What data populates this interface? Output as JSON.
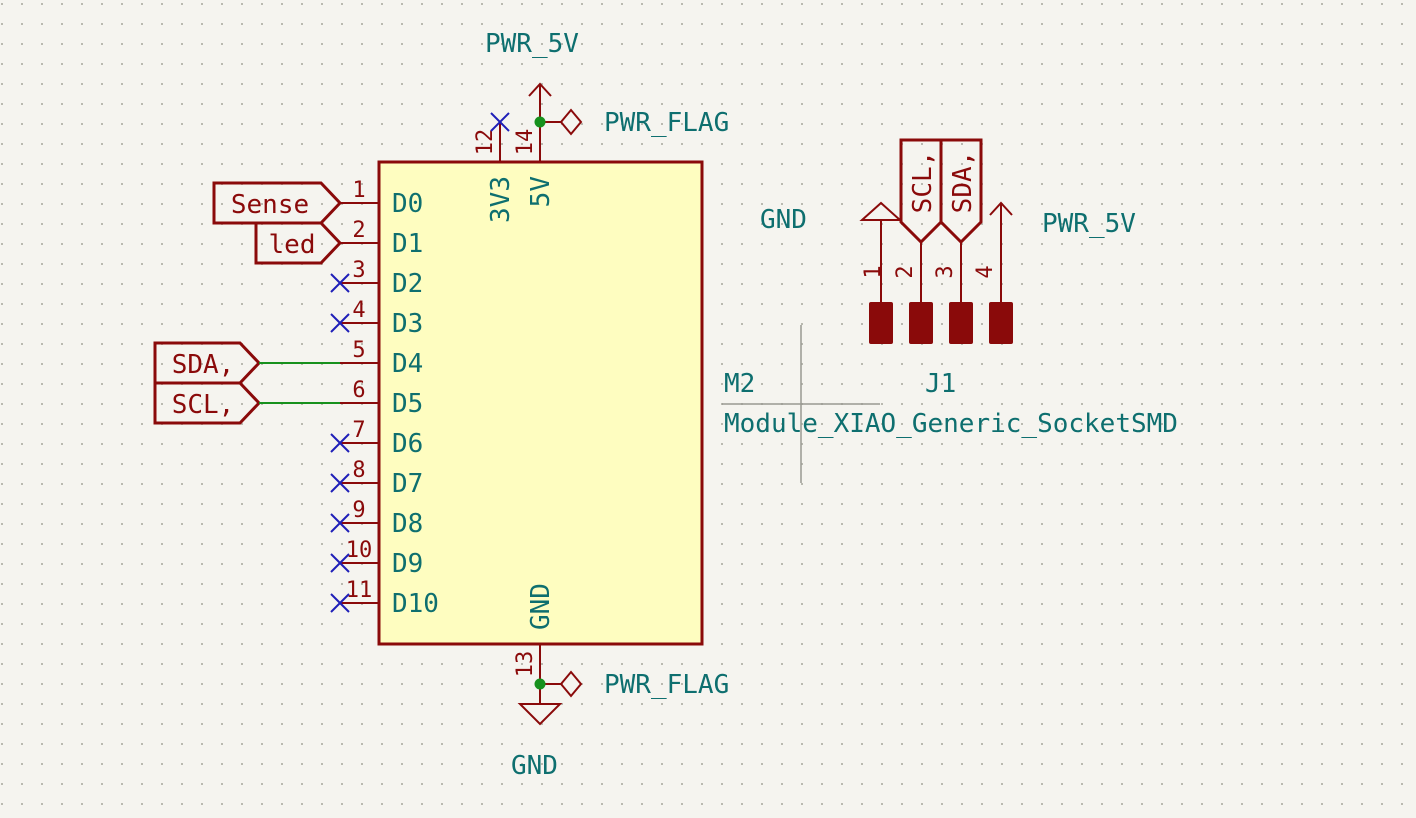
{
  "colors": {
    "background": "#f5f4ef",
    "grid": "#b9b9b0",
    "symbol": "#8a0a0a",
    "body_fill": "#fefdc0",
    "net_text": "#0e6f6f",
    "wire": "#17911d",
    "junction": "#17911d",
    "no_connect": "#1f1fb8"
  },
  "module": {
    "ref": "M2",
    "value": "Module_XIAO_Generic_SocketSMD",
    "left_pins": [
      {
        "num": "1",
        "name": "D0"
      },
      {
        "num": "2",
        "name": "D1"
      },
      {
        "num": "3",
        "name": "D2"
      },
      {
        "num": "4",
        "name": "D3"
      },
      {
        "num": "5",
        "name": "D4"
      },
      {
        "num": "6",
        "name": "D5"
      },
      {
        "num": "7",
        "name": "D6"
      },
      {
        "num": "8",
        "name": "D7"
      },
      {
        "num": "9",
        "name": "D8"
      },
      {
        "num": "10",
        "name": "D9"
      },
      {
        "num": "11",
        "name": "D10"
      }
    ],
    "top_pins": [
      {
        "num": "12",
        "name": "3V3"
      },
      {
        "num": "14",
        "name": "5V"
      }
    ],
    "bottom_pin": {
      "num": "13",
      "name": "GND"
    }
  },
  "labels": {
    "sense": "Sense",
    "led": "led",
    "sda": "SDA,",
    "scl": "SCL,"
  },
  "power": {
    "pwr_5v_top": "PWR_5V",
    "pwr_flag_top": "PWR_FLAG",
    "pwr_flag_bottom": "PWR_FLAG",
    "gnd_bottom": "GND",
    "gnd_j1": "GND",
    "pwr_5v_j1": "PWR_5V"
  },
  "connector": {
    "ref": "J1",
    "pins": [
      "1",
      "2",
      "3",
      "4"
    ],
    "scl": "SCL,",
    "sda": "SDA,"
  }
}
